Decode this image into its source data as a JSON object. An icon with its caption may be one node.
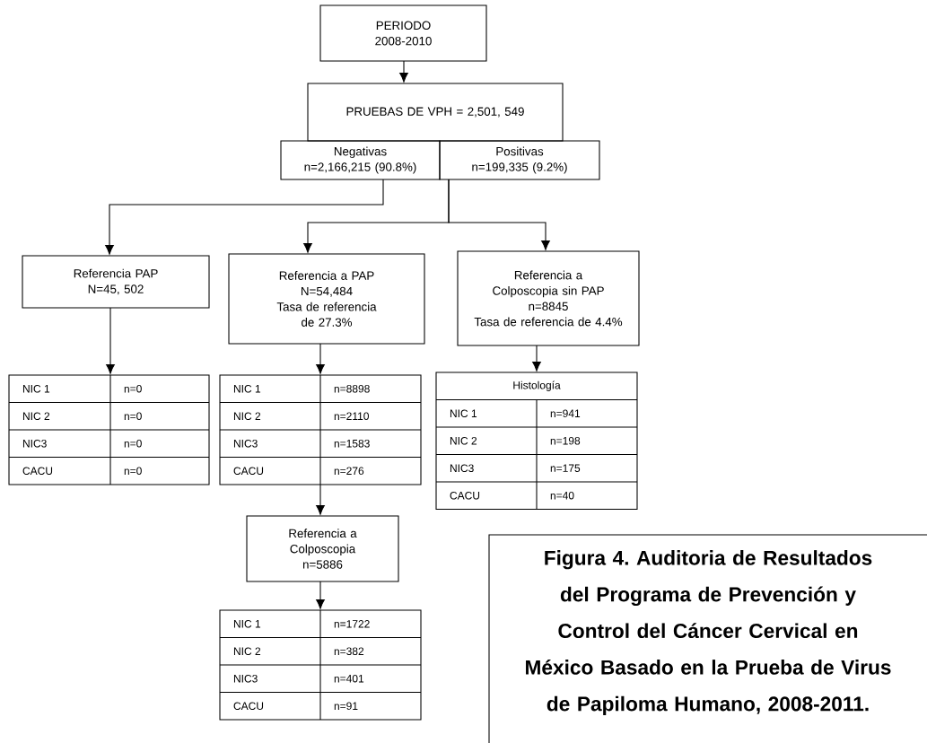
{
  "diagram": {
    "caption": "Figura 4. Auditoria de Resultados del Programa de Prevención y Control del Cáncer Cervical en México Basado en la Prueba de Virus de Papiloma Humano, 2008-2011.",
    "nodes": [
      {
        "text": [
          "PERIODO",
          "2008-2010"
        ]
      },
      {
        "text": [
          "PRUEBAS DE VPH = 2,501, 549"
        ]
      },
      {
        "text": [
          "Negativas",
          "n=2,166,215 (90.8%)"
        ]
      },
      {
        "text": [
          "Positivas",
          "n=199,335 (9.2%)"
        ]
      },
      {
        "text": [
          "Referencia PAP",
          "N=45, 502"
        ]
      },
      {
        "text": [
          "Referencia a PAP",
          "N=54,484",
          "Tasa de referencia de 27.3%"
        ]
      },
      {
        "text": [
          "Referencia a Colposcopia sin PAP",
          "n=8845",
          "Tasa de referencia de 4.4%"
        ]
      },
      {
        "text": [
          "NIC 1",
          "n=0",
          "NIC 2",
          "n=0",
          "NIC3",
          "n=0",
          "CACU",
          "n=0"
        ]
      },
      {
        "text": [
          "NIC 1",
          "n=8898",
          "NIC 2",
          "n=2110",
          "NIC3",
          "n=1583",
          "CACU",
          "n=276"
        ]
      },
      {
        "text": [
          "Histología",
          "NIC 1",
          "n=941",
          "NIC 2",
          "n=198",
          "NIC3",
          "n=175",
          "CACU",
          "n=40"
        ]
      },
      {
        "text": [
          "Referencia a Colposcopia",
          "n=5886"
        ]
      },
      {
        "text": [
          "NIC 1",
          "n=1722",
          "NIC 2",
          "n=382",
          "NIC3",
          "n=401",
          "CACU",
          "n=91"
        ]
      }
    ],
    "edges": [
      {
        "from": 0,
        "to": 1,
        "arrow": "to"
      },
      {
        "from": 2,
        "to": 4,
        "arrow": "to"
      },
      {
        "from": 3,
        "to": 5,
        "arrow": "to"
      },
      {
        "from": 3,
        "to": 6,
        "arrow": "to"
      },
      {
        "from": 4,
        "to": 7,
        "arrow": "to"
      },
      {
        "from": 5,
        "to": 8,
        "arrow": "to"
      },
      {
        "from": 6,
        "to": 9,
        "arrow": "to"
      },
      {
        "from": 8,
        "to": 10,
        "arrow": "to"
      },
      {
        "from": 10,
        "to": 11,
        "arrow": "to"
      }
    ]
  }
}
